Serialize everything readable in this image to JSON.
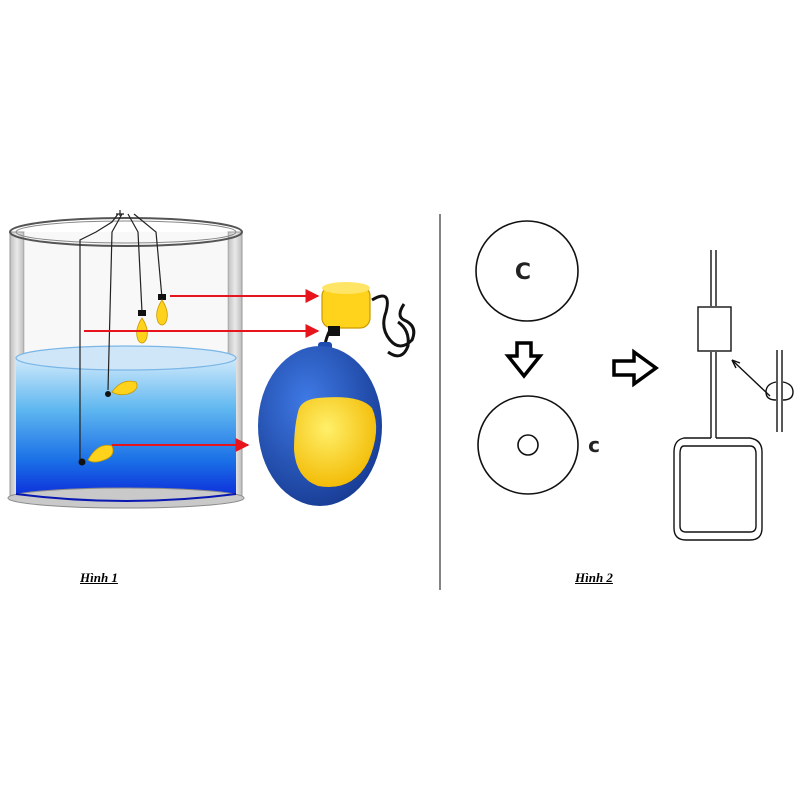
{
  "figures": [
    {
      "caption": "Hình 1"
    },
    {
      "caption": "Hình 2"
    }
  ],
  "colors": {
    "water_top": "#c5e4fa",
    "water_bottom": "#0a1fd8",
    "arrow": "#e8141c",
    "float_blue": "#1e4db0",
    "float_yellow": "#ffd21c",
    "tank_frame": "#d8d8d8"
  },
  "figure2_symbols": {
    "ring_letter": "C",
    "detached_clip": "c"
  }
}
